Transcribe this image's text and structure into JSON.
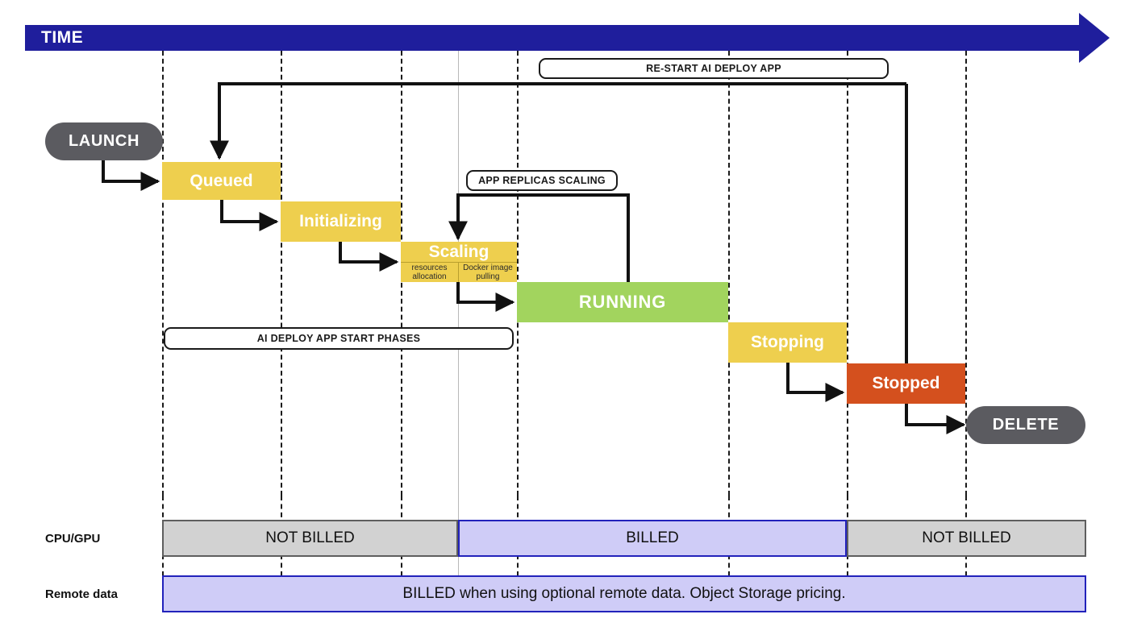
{
  "timeline": {
    "axis_label": "TIME",
    "axis_color": "#1F1E9C"
  },
  "palette": {
    "yellow": "#EECF4E",
    "green": "#A2D45E",
    "orange": "#D4501E",
    "gray_pill": "#5B5B60",
    "billed_fill": "#CFCCF7",
    "billed_border": "#2222BB",
    "notbilled_fill": "#D2D2D2",
    "notbilled_border": "#5E5E5E"
  },
  "terminals": {
    "launch": "LAUNCH",
    "delete": "DELETE"
  },
  "states": [
    {
      "key": "queued",
      "label": "Queued",
      "color": "yellow"
    },
    {
      "key": "initializing",
      "label": "Initializing",
      "color": "yellow"
    },
    {
      "key": "scaling",
      "label": "Scaling",
      "color": "yellow",
      "substeps": [
        "resources allocation",
        "Docker image pulling"
      ],
      "substep_lines": [
        [
          "resources",
          "allocation"
        ],
        [
          "Docker image",
          "pulling"
        ]
      ]
    },
    {
      "key": "running",
      "label": "RUNNING",
      "color": "green"
    },
    {
      "key": "stopping",
      "label": "Stopping",
      "color": "yellow"
    },
    {
      "key": "stopped",
      "label": "Stopped",
      "color": "orange"
    }
  ],
  "callouts": {
    "restart": "RE-START AI DEPLOY APP",
    "replicas": "APP REPLICAS SCALING",
    "start_phases": "AI DEPLOY APP START PHASES"
  },
  "billing": {
    "rows": [
      {
        "label": "CPU/GPU",
        "segments": [
          {
            "text": "NOT BILLED",
            "state": "notbilled"
          },
          {
            "text": "BILLED",
            "state": "billed"
          },
          {
            "text": "NOT BILLED",
            "state": "notbilled"
          }
        ]
      },
      {
        "label": "Remote data",
        "segments": [
          {
            "text": "BILLED when using optional remote data. Object Storage pricing.",
            "state": "billed"
          }
        ]
      }
    ]
  }
}
